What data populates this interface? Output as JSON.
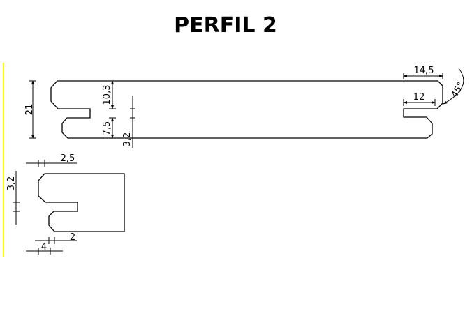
{
  "title": "PERFIL 2",
  "main_profile": {
    "dimensions": {
      "total_height": "21",
      "upper_to_groove": "10,3",
      "lower_to_groove": "7,5",
      "groove_height": "3,2",
      "tongue_outer": "14,5",
      "tongue_inner": "12",
      "chamfer_angle": "45°"
    }
  },
  "detail_profile": {
    "dimensions": {
      "chamfer_width": "2,5",
      "groove_height": "3,2",
      "groove_depth": "2",
      "lip_width": "4"
    }
  },
  "colors": {
    "margin_line": "#ffff00",
    "stroke": "#000000"
  }
}
